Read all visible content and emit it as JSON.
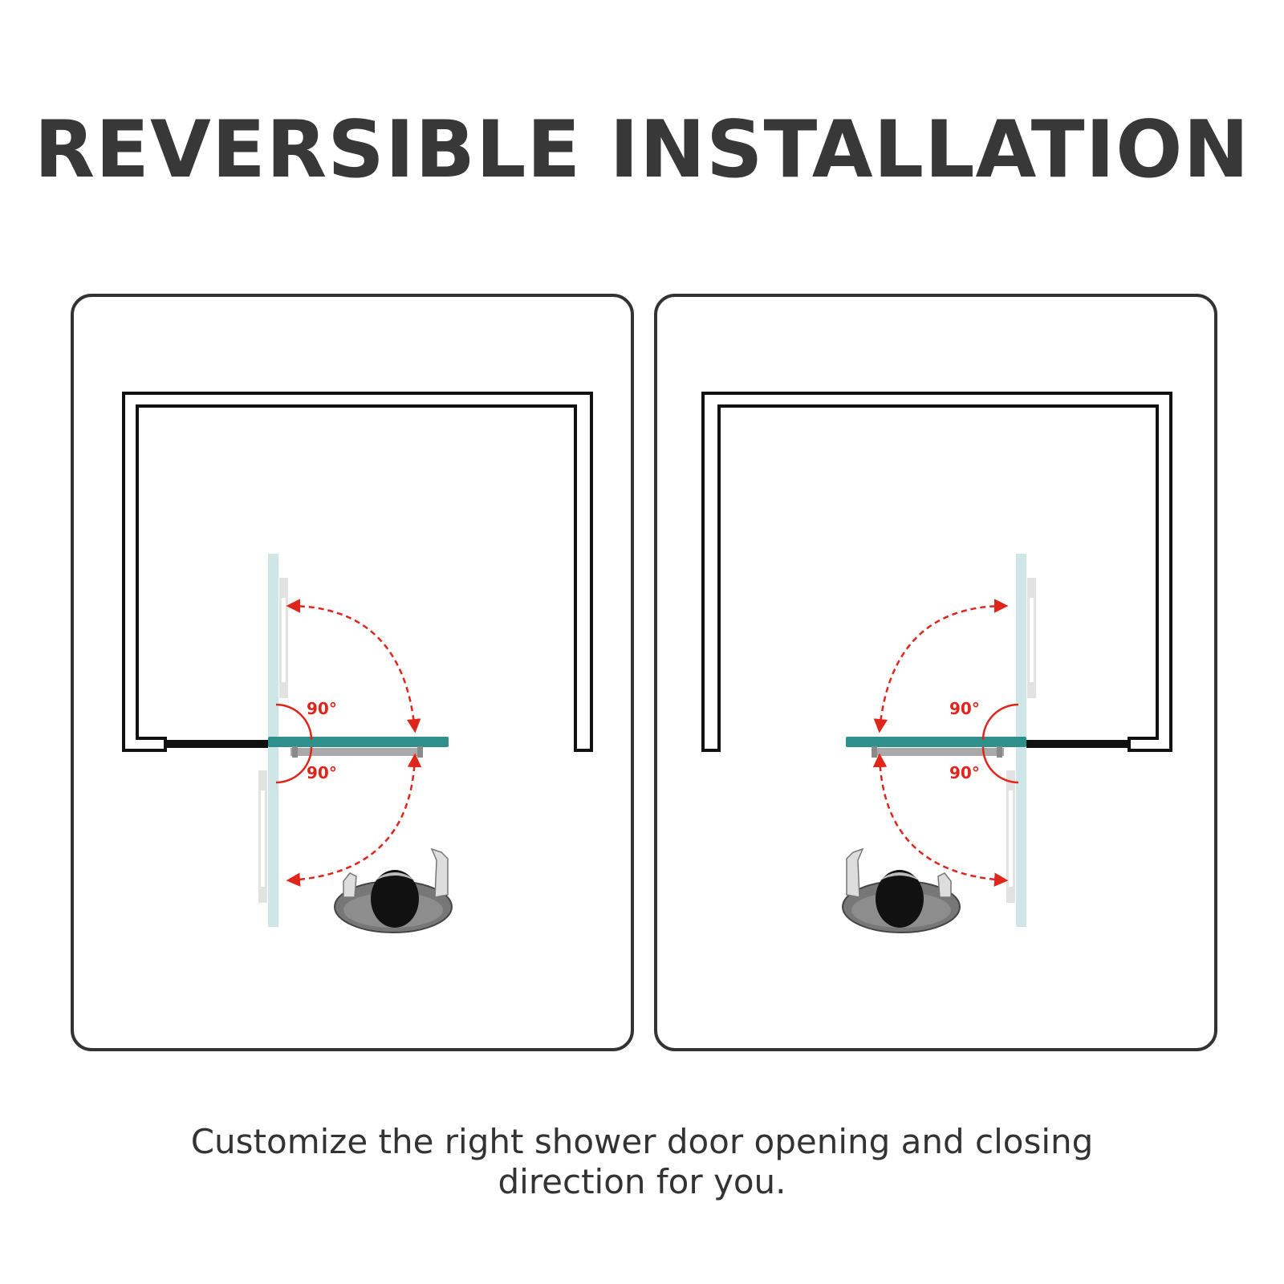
{
  "title": "REVERSIBLE INSTALLATION",
  "caption": {
    "line1": "Customize the right shower door opening and closing",
    "line2": "direction for you."
  },
  "diagrams": [
    {
      "name": "left-hinge-installation",
      "angle_top": "90°",
      "angle_bottom": "90°"
    },
    {
      "name": "right-hinge-installation",
      "angle_top": "90°",
      "angle_bottom": "90°"
    }
  ],
  "colors": {
    "outline": "#333333",
    "glass": "#cfe6e6",
    "door_glass": "#2f8f8a",
    "swing_arrow": "#e0251b",
    "handle": "#a9a9a9",
    "seal": "#111111"
  }
}
